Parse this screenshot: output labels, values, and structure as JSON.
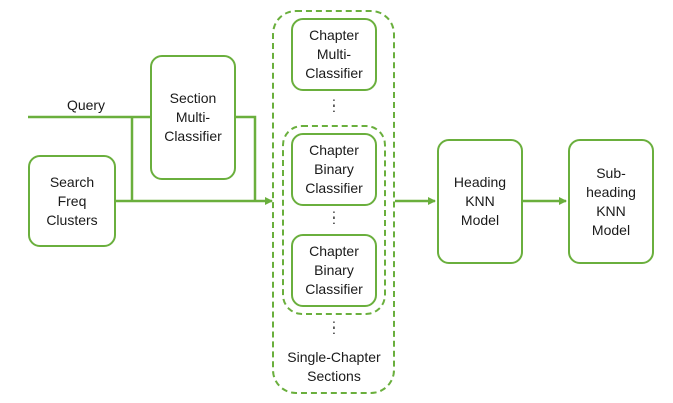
{
  "diagram": {
    "accent_color": "#6aaf3d",
    "nodes": {
      "search_freq_clusters": "Search\nFreq\nClusters",
      "section_multi_classifier": "Section\nMulti-\nClassifier",
      "chapter_multi_classifier": "Chapter\nMulti-\nClassifier",
      "chapter_binary_classifier_1": "Chapter\nBinary\nClassifier",
      "chapter_binary_classifier_2": "Chapter\nBinary\nClassifier",
      "heading_knn_model": "Heading\nKNN\nModel",
      "subheading_knn_model": "Sub-\nheading\nKNN\nModel"
    },
    "labels": {
      "query": "Query",
      "single_chapter_sections": "Single-Chapter\nSections",
      "ellipsis": ":"
    }
  }
}
